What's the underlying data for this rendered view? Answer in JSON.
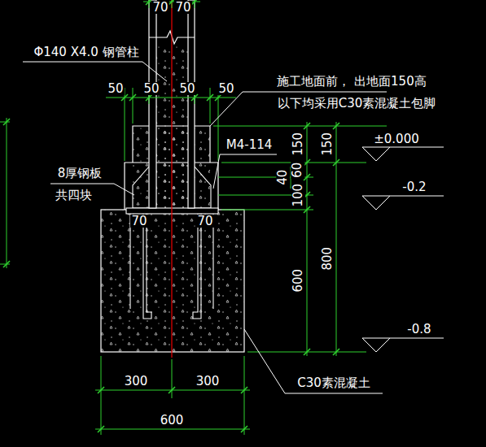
{
  "diagram": {
    "labels": [
      "70",
      "70",
      "Φ140 X4.0 钢管柱",
      "50",
      "50",
      "50",
      "50",
      "施工地面前， 出地面150高",
      "以下均采用C30素混凝土包脚",
      "M4-114",
      "8厚钢板",
      "共四块",
      "40",
      "150",
      "60",
      "100",
      "600",
      "150",
      "800",
      "±0.000",
      "-0.2",
      "-0.8",
      "70",
      "70",
      "300",
      "300",
      "600",
      "C30素混凝土"
    ]
  }
}
